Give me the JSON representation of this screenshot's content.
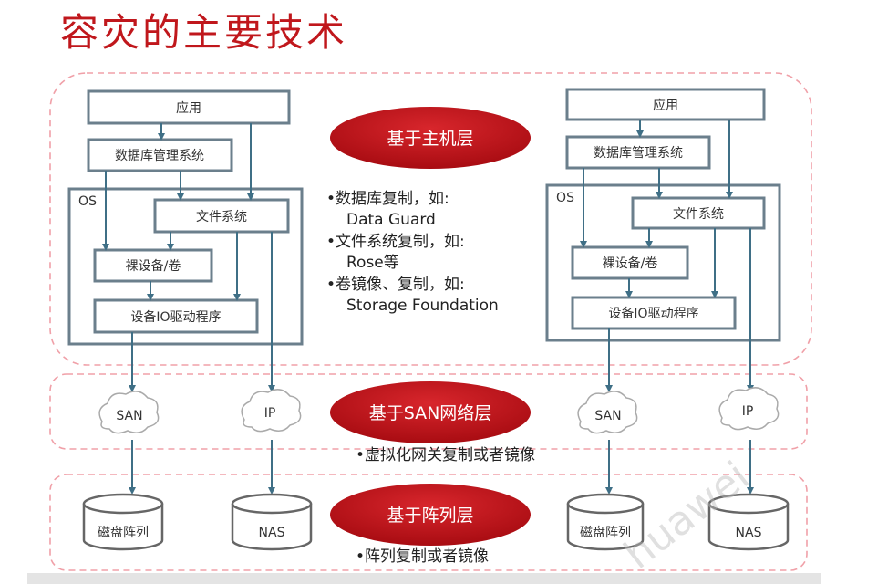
{
  "title": "容灾的主要技术",
  "stack": {
    "app": "应用",
    "dbms": "数据库管理系统",
    "os": "OS",
    "fs": "文件系统",
    "raw": "裸设备/卷",
    "io": "设备IO驱动程序",
    "san": "SAN",
    "ip": "IP",
    "disk": "磁盘阵列",
    "nas": "NAS"
  },
  "layers": [
    {
      "label": "基于主机层"
    },
    {
      "label": "基于SAN网络层"
    },
    {
      "label": "基于阵列层"
    }
  ],
  "host_bullets": [
    "•数据库复制，如:",
    "Data Guard",
    "•文件系统复制，如:",
    "Rose等",
    "•卷镜像、复制，如:",
    "Storage Foundation"
  ],
  "san_bullet": "•虚拟化网关复制或者镜像",
  "array_bullet": "•阵列复制或者镜像",
  "watermark": "huawei",
  "colors": {
    "accent": "#c0171c",
    "line": "#3f6f86"
  }
}
